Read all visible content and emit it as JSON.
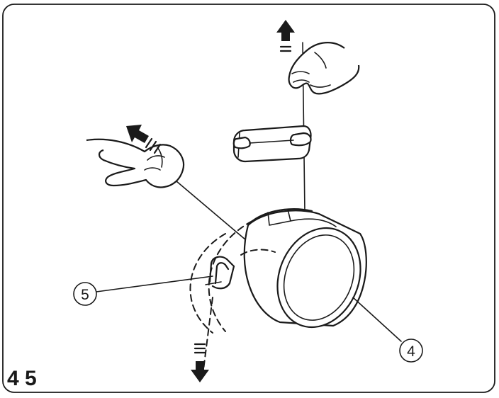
{
  "figure": {
    "number": "4 5"
  },
  "callouts": [
    {
      "id": "callout-5",
      "label": "5"
    },
    {
      "id": "callout-4",
      "label": "4"
    }
  ],
  "icons": {
    "arrows": [
      "up-arrow-icon",
      "up-left-arrow-icon",
      "down-arrow-icon"
    ],
    "hands": [
      "right-hand-icon",
      "left-hand-icon"
    ]
  },
  "colors": {
    "ink": "#1a1a1a",
    "paper": "#ffffff"
  }
}
